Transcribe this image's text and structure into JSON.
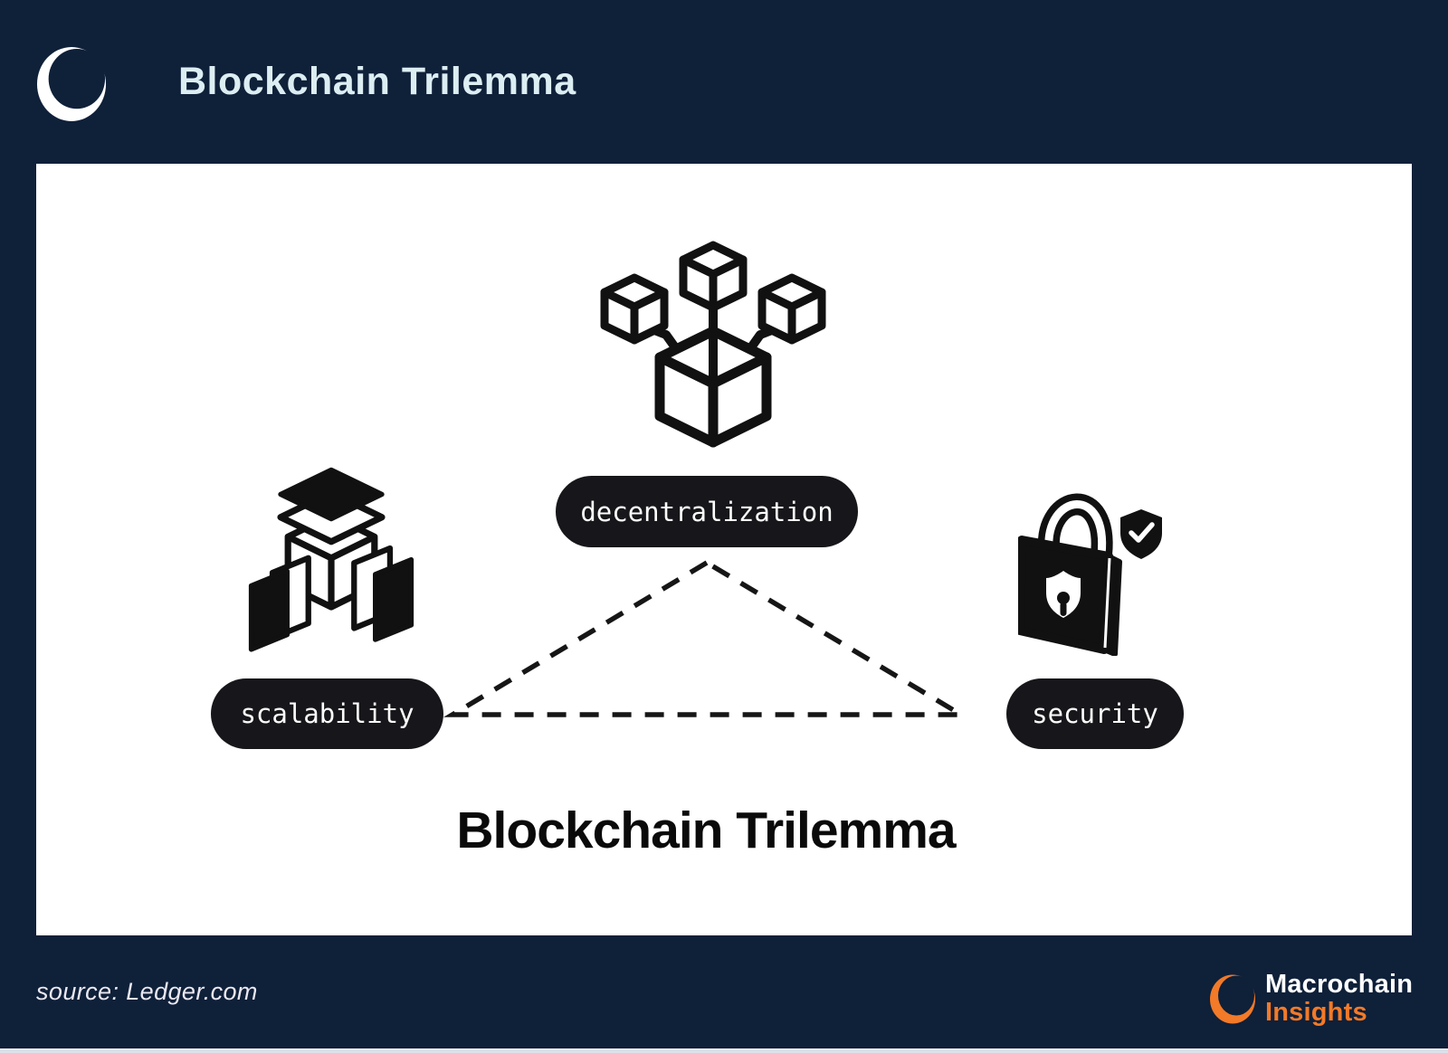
{
  "page": {
    "title": "Blockchain Trilemma"
  },
  "diagram": {
    "caption": "Blockchain Trilemma",
    "nodes": [
      {
        "label": "decentralization",
        "icon": "blockchain-network-icon"
      },
      {
        "label": "scalability",
        "icon": "stacked-layers-cube-icon"
      },
      {
        "label": "security",
        "icon": "padlock-check-shield-icon"
      }
    ]
  },
  "footer": {
    "source": "source: Ledger.com",
    "brand": {
      "line1": "Macrochain",
      "line2": "Insights"
    }
  },
  "colors": {
    "background_navy": "#0f2039",
    "card_white": "#ffffff",
    "accent_orange": "#f27a28",
    "header_text": "#ddeef3",
    "pill_black": "#17161a",
    "ink_black": "#111111"
  }
}
